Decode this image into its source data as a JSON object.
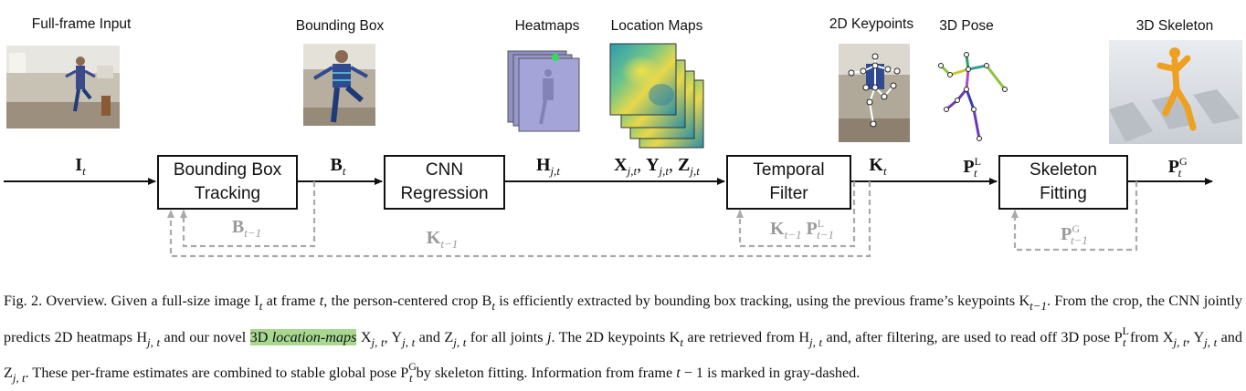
{
  "stages": {
    "full_frame_input": "Full-frame Input",
    "bounding_box": "Bounding Box",
    "heatmaps": "Heatmaps",
    "location_maps": "Location Maps",
    "keypoints_2d": "2D Keypoints",
    "pose_3d": "3D Pose",
    "skeleton_3d": "3D Skeleton"
  },
  "boxes": {
    "tracking": [
      "Bounding Box",
      "Tracking"
    ],
    "cnn": [
      "CNN",
      "Regression"
    ],
    "temporal": [
      "Temporal",
      "Filter"
    ],
    "fitting": [
      "Skeleton",
      "Fitting"
    ]
  },
  "symbols": {
    "I": "I",
    "t": "t",
    "B": "B",
    "H": "H",
    "jt": "j,t",
    "X": "X",
    "Y": "Y",
    "Z": "Z",
    "K": "K",
    "P": "P",
    "L": "L",
    "G": "G",
    "tm1": "t−1",
    "comma": ","
  },
  "caption": {
    "l1": "Fig. 2.  Overview. Given a full-size image I",
    "l2": " at frame ",
    "l3": ", the person-centered crop B",
    "l4": " is efficiently extracted by bounding box tracking, using the previous frame’s keypoints K",
    "l5": ". From the crop, the CNN jointly predicts 2D heatmaps H",
    "l6": " and our novel ",
    "hl_a": "3D ",
    "hl_b": "location-maps",
    "l7": " X",
    "l8": ", Y",
    "l9": " and Z",
    "l10": " for all joints ",
    "l11": ". The 2D keypoints K",
    "l12": " are retrieved from H",
    "l13": " and, after filtering, are used to read off 3D pose P",
    "l14": " from X",
    "l15": ", Y",
    "l16": " and Z",
    "l17": ". These per-frame estimates are combined to stable global pose P",
    "l18": " by skeleton fitting. Information from frame ",
    "l19": " − 1 is marked in gray-dashed.",
    "t": "t",
    "jt": "j, t",
    "j": "j",
    "tm1": "t−1",
    "L": "L",
    "G": "G"
  },
  "colors": {
    "line": "#111111",
    "dashed": "#aaaaaa",
    "highlight": "#a8d88f",
    "heatmap": "#8f8fc8"
  }
}
